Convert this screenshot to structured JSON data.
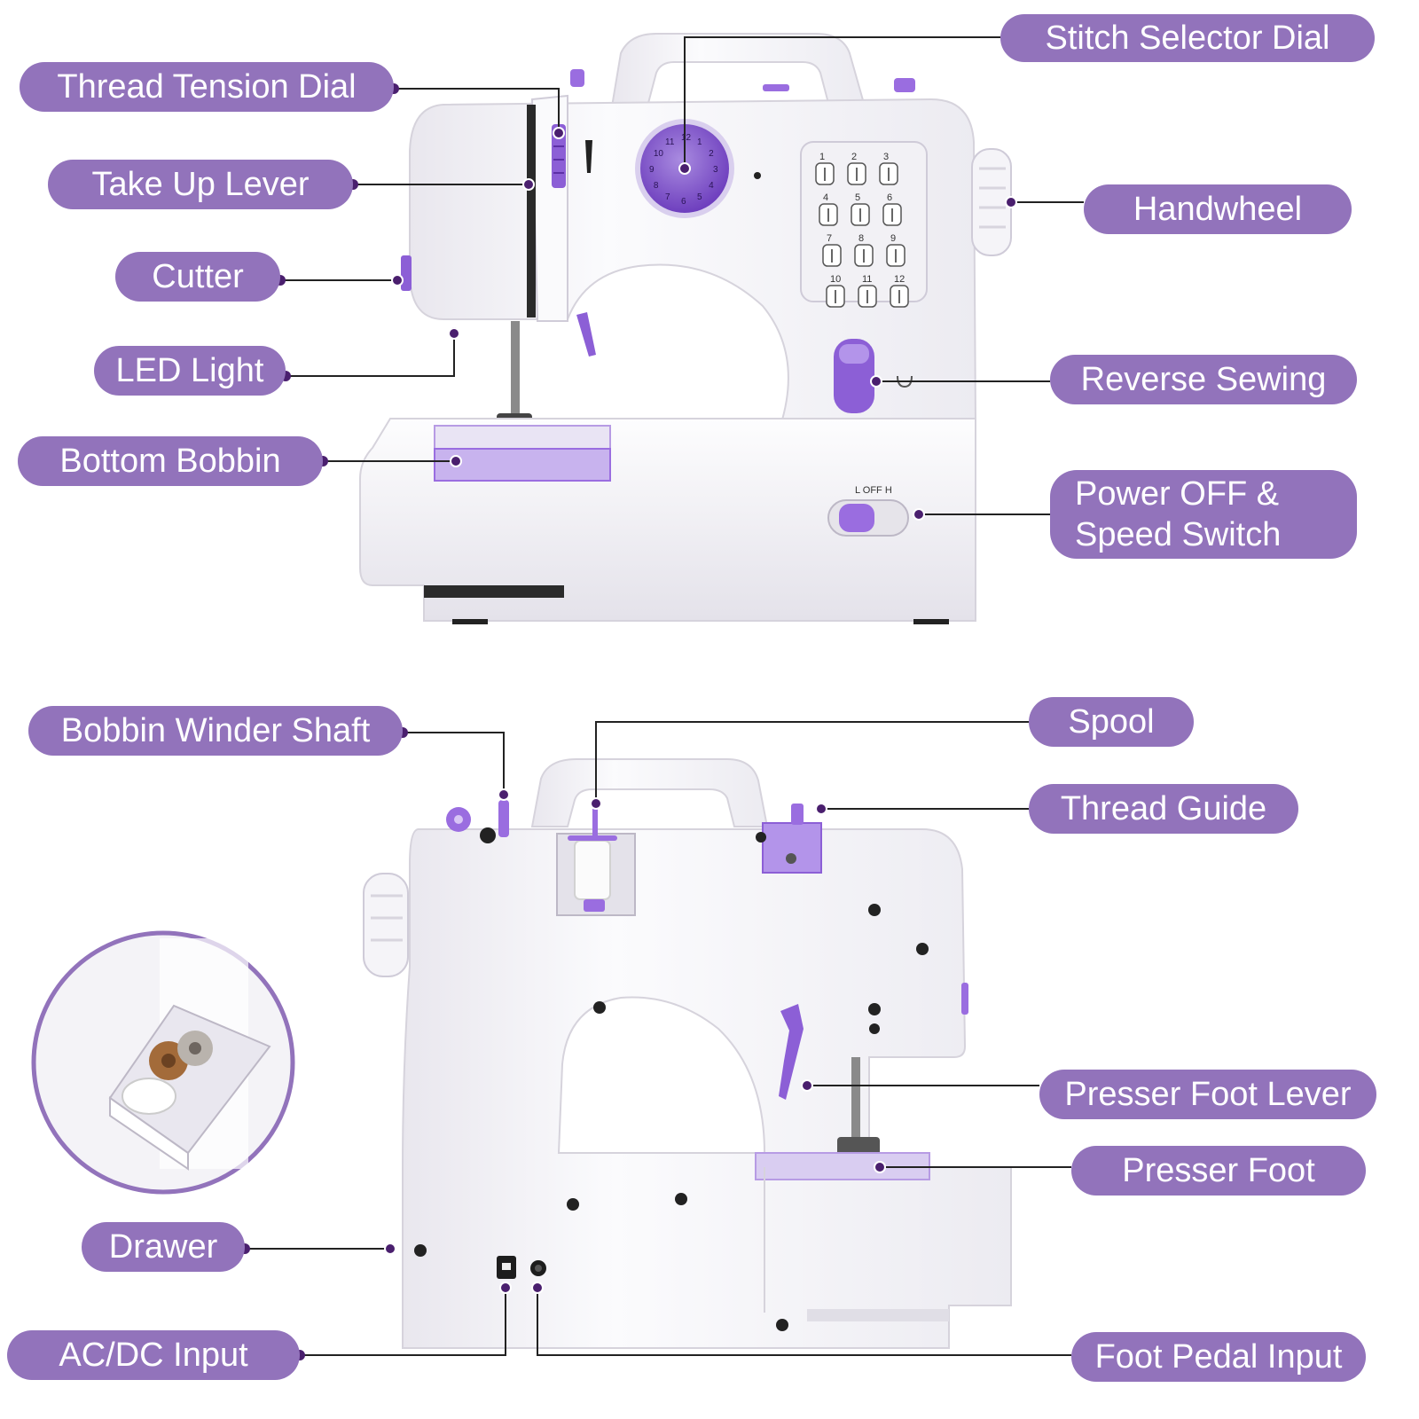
{
  "colors": {
    "accent": "#9273bb",
    "accent_dark": "#7a4cc0",
    "leader": "#222222",
    "dot": "#4a1f6e",
    "body": "#f4f3f6",
    "body_edge": "#d6d3dc"
  },
  "top_machine": {
    "labels": {
      "stitch_selector_dial": "Stitch Selector Dial",
      "thread_tension_dial": "Thread Tension Dial",
      "take_up_lever": "Take Up Lever",
      "handwheel": "Handwheel",
      "cutter": "Cutter",
      "led_light": "LED Light",
      "reverse_sewing": "Reverse Sewing",
      "bottom_bobbin": "Bottom Bobbin",
      "power_switch_line1": "Power OFF &",
      "power_switch_line2": "Speed Switch"
    },
    "stitch_numbers": [
      "1",
      "2",
      "3",
      "4",
      "5",
      "6",
      "7",
      "8",
      "9",
      "10",
      "11",
      "12"
    ],
    "switch_marking": "L  OFF  H"
  },
  "bottom_machine": {
    "labels": {
      "bobbin_winder_shaft": "Bobbin Winder Shaft",
      "spool": "Spool",
      "thread_guide": "Thread Guide",
      "presser_foot_lever": "Presser Foot Lever",
      "presser_foot": "Presser Foot",
      "drawer": "Drawer",
      "ac_dc_input": "AC/DC Input",
      "foot_pedal_input": "Foot Pedal Input"
    }
  }
}
